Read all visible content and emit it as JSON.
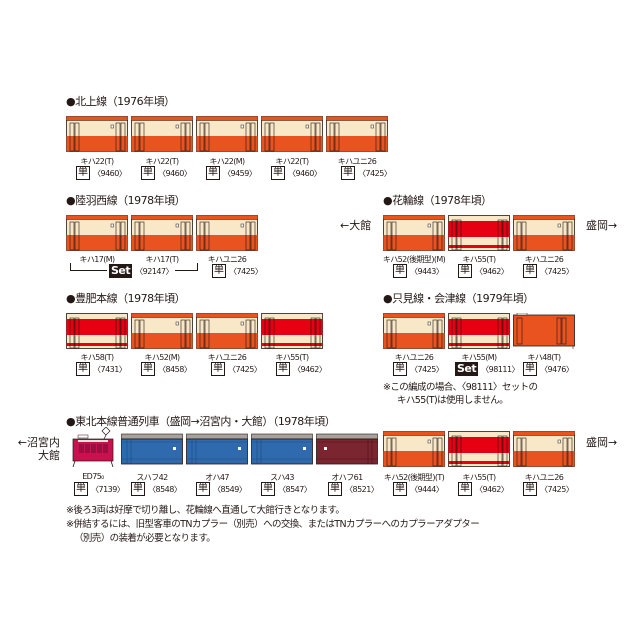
{
  "colors": {
    "cream": "#f9e8c8",
    "orange": "#e8531f",
    "red": "#e60012",
    "roof": "#a8a29a",
    "blue": "#2e6aad",
    "maroon": "#7a2530",
    "ed75": "#c8124f",
    "outline": "#231815"
  },
  "sections": [
    {
      "title": "●北上線（1976年頃）",
      "cars": [
        {
          "name": "キハ22(T)",
          "type": "tan",
          "code": "〈9460〉",
          "livery": "cream-orange"
        },
        {
          "name": "キハ22(T)",
          "type": "tan",
          "code": "〈9460〉",
          "livery": "cream-orange"
        },
        {
          "name": "キハ22(M)",
          "type": "tan",
          "code": "〈9459〉",
          "livery": "cream-orange"
        },
        {
          "name": "キハ22(T)",
          "type": "tan",
          "code": "〈9460〉",
          "livery": "cream-orange"
        },
        {
          "name": "キハユニ26",
          "type": "tan",
          "code": "〈7425〉",
          "livery": "cream-orange"
        }
      ]
    },
    {
      "title": "●陸羽西線（1978年頃）",
      "cars": [
        {
          "name": "キハ17(M)",
          "livery": "cream-orange"
        },
        {
          "name": "キハ17(T)",
          "livery": "cream-orange"
        },
        {
          "name": "キハユニ26",
          "type": "tan",
          "code": "〈7425〉",
          "livery": "cream-orange"
        }
      ],
      "set": {
        "label": "Set",
        "code": "〈92147〉"
      }
    },
    {
      "title": "●花輪線（1978年頃）",
      "left_dir": "←大館",
      "right_dir": "盛岡→",
      "cars": [
        {
          "name": "キハ52(後期型)(M)",
          "type": "tan",
          "code": "〈9443〉",
          "livery": "cream-orange"
        },
        {
          "name": "キハ55(T)",
          "type": "tan",
          "code": "〈9462〉",
          "livery": "cream-red"
        },
        {
          "name": "キハユニ26",
          "type": "tan",
          "code": "〈7425〉",
          "livery": "cream-orange"
        }
      ]
    },
    {
      "title": "●豊肥本線（1978年頃）",
      "cars": [
        {
          "name": "キハ58(T)",
          "type": "tan",
          "code": "〈7431〉",
          "livery": "cream-red"
        },
        {
          "name": "キハ52(M)",
          "type": "tan",
          "code": "〈8458〉",
          "livery": "cream-orange"
        },
        {
          "name": "キハユニ26",
          "type": "tan",
          "code": "〈7425〉",
          "livery": "cream-orange"
        },
        {
          "name": "キハ55(T)",
          "type": "tan",
          "code": "〈9462〉",
          "livery": "cream-red"
        }
      ]
    },
    {
      "title": "●只見線・会津線（1979年頃）",
      "cars": [
        {
          "name": "キハユニ26",
          "type": "tan",
          "code": "〈7425〉",
          "livery": "cream-orange"
        },
        {
          "name": "キハ55(M)",
          "type": "set",
          "code": "〈98111〉",
          "livery": "cream-red"
        },
        {
          "name": "キハ48(T)",
          "type": "tan",
          "code": "〈9476〉",
          "livery": "orange"
        }
      ],
      "note_lines": [
        "※この編成の場合、〈98111〉セットの",
        "キハ55(T)は使用しません。"
      ]
    },
    {
      "title": "●東北本線普通列車（盛岡→沼宮内・大館）（1978年頃）",
      "left_dir_lines": [
        "←沼宮内",
        "大館"
      ],
      "right_dir": "盛岡→",
      "cars": [
        {
          "name": "ED75₀",
          "type": "tan",
          "code": "〈7139〉",
          "livery": "ed75"
        },
        {
          "name": "スハフ42",
          "type": "tan",
          "code": "〈8548〉",
          "livery": "blue"
        },
        {
          "name": "オハ47",
          "type": "tan",
          "code": "〈8549〉",
          "livery": "blue"
        },
        {
          "name": "スハ43",
          "type": "tan",
          "code": "〈8547〉",
          "livery": "blue"
        },
        {
          "name": "オハフ61",
          "type": "tan",
          "code": "〈8521〉",
          "livery": "maroon"
        },
        {
          "name": "キハ52(後期型)(T)",
          "type": "tan",
          "code": "〈9444〉",
          "livery": "cream-orange"
        },
        {
          "name": "キハ55(T)",
          "type": "tan",
          "code": "〈9462〉",
          "livery": "cream-red"
        },
        {
          "name": "キハユニ26",
          "type": "tan",
          "code": "〈7425〉",
          "livery": "cream-orange"
        }
      ]
    }
  ],
  "badges": {
    "tan": "単",
    "set": "Set"
  },
  "footnotes": [
    "※後ろ3両は好摩で切り離し、花輪線へ直通して大館行きとなります。",
    "※併結するには、旧型客車のTNカプラー（別売）への交換、またはTNカプラーへのカプラーアダプター",
    "（別売）の装着が必要となります。"
  ]
}
